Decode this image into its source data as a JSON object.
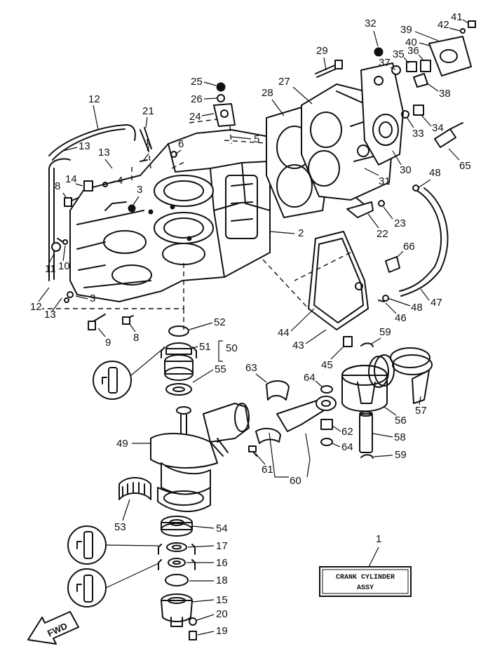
{
  "diagram": {
    "callouts": [
      "1",
      "2",
      "3",
      "3",
      "4",
      "5",
      "6",
      "7",
      "8",
      "8",
      "9",
      "10",
      "11",
      "12",
      "12",
      "13",
      "13",
      "13",
      "14",
      "15",
      "16",
      "17",
      "18",
      "19",
      "20",
      "21",
      "22",
      "23",
      "24",
      "25",
      "26",
      "27",
      "28",
      "29",
      "30",
      "31",
      "32",
      "33",
      "34",
      "35",
      "36",
      "37",
      "38",
      "39",
      "40",
      "41",
      "42",
      "43",
      "44",
      "45",
      "46",
      "47",
      "48",
      "48",
      "49",
      "50",
      "51",
      "52",
      "53",
      "54",
      "55",
      "56",
      "57",
      "58",
      "59",
      "59",
      "60",
      "61",
      "62",
      "63",
      "64",
      "64",
      "65",
      "66"
    ],
    "title_box": {
      "line1": "CRANK CYLINDER",
      "line2": "ASSY"
    },
    "direction_badge": "FWD"
  }
}
